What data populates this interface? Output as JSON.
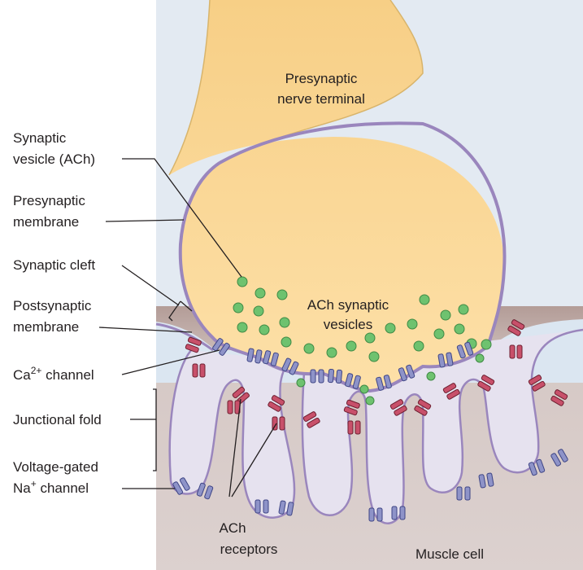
{
  "colors": {
    "background_panel": "#e3eaf2",
    "muscle": "#c6b3ad",
    "nerve_terminal": "#fbd99a",
    "membrane": "#9a86bd",
    "vesicle": "#6ec26f",
    "na_channel": "#8e93c8",
    "ach_receptor": "#c8506a"
  },
  "labels": {
    "nerve_terminal_line1": "Presynaptic",
    "nerve_terminal_line2": "nerve terminal",
    "synaptic_vesicle_line1": "Synaptic",
    "synaptic_vesicle_line2": "vesicle (ACh)",
    "presynaptic_membrane_line1": "Presynaptic",
    "presynaptic_membrane_line2": "membrane",
    "synaptic_cleft": "Synaptic cleft",
    "postsynaptic_membrane_line1": "Postsynaptic",
    "postsynaptic_membrane_line2": "membrane",
    "ca_channel_prefix": "Ca",
    "ca_channel_sup": "2+",
    "ca_channel_suffix": " channel",
    "junctional_fold": "Junctional fold",
    "voltage_gated_line1": "Voltage-gated",
    "na_channel_prefix": "Na",
    "na_channel_sup": "+",
    "na_channel_suffix": " channel",
    "ach_vesicles_line1": "ACh synaptic",
    "ach_vesicles_line2": "vesicles",
    "ach_receptors_line1": "ACh",
    "ach_receptors_line2": "receptors",
    "muscle_cell": "Muscle cell"
  }
}
